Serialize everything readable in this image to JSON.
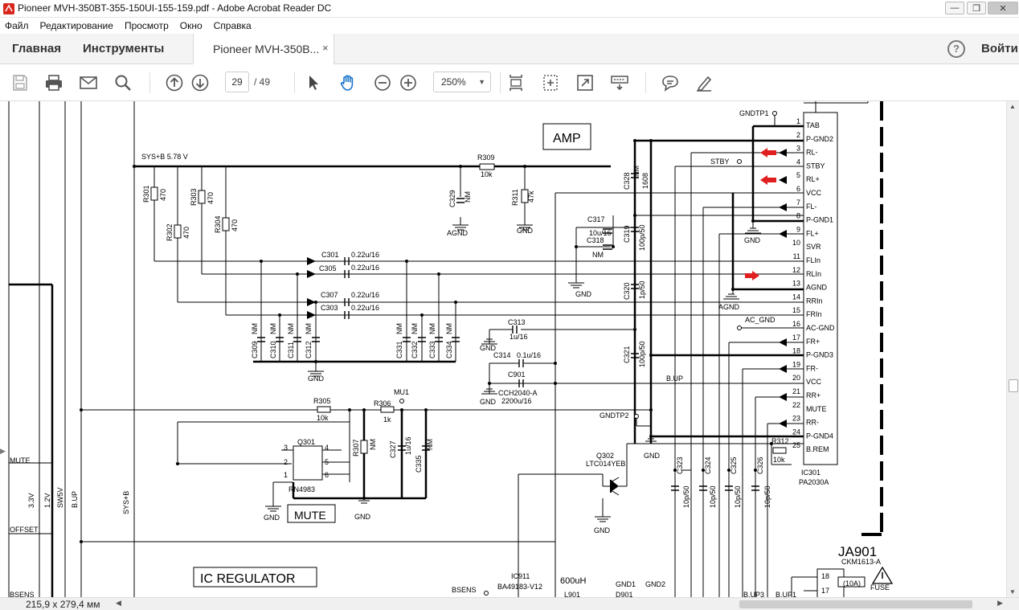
{
  "window": {
    "title": "Pioneer MVH-350BT-355-150UI-155-159.pdf - Adobe Acrobat Reader DC",
    "minimize": "—",
    "maximize": "❐",
    "close": "✕"
  },
  "menu": [
    "Файл",
    "Редактирование",
    "Просмотр",
    "Окно",
    "Справка"
  ],
  "tabs": {
    "home": "Главная",
    "tools": "Инструменты",
    "document": "Pioneer MVH-350B...",
    "close": "×",
    "help": "?",
    "signin": "Войти"
  },
  "toolbar": {
    "page_current": "29",
    "page_total": "/ 49",
    "zoom": "250%"
  },
  "status": {
    "page_size": "215,9 x 279,4 мм"
  },
  "colors": {
    "accent": "#1a73c9",
    "arrow_red": "#e02020"
  },
  "schematic": {
    "blocks": {
      "amp": "AMP",
      "mute": "MUTE",
      "ic_regulator": "IC REGULATOR",
      "ja901": "JA901",
      "ja901_part": "CKM1613-A",
      "fuse": "FUSE",
      "fuse_rating": "(10A)"
    },
    "labels": {
      "sysb": "SYS+B 5.78 V",
      "gndtp1": "GNDTP1",
      "gndtp2": "GNDTP2",
      "stby": "STBY",
      "ac_gnd": "AC_GND",
      "bup_net": "B.UP",
      "mu1": "MU1",
      "agnd1": "AGND",
      "agnd2": "AGND",
      "gnd_r311": "GND",
      "gnd_c318": "GND",
      "gnd_pin": "GND",
      "gnd_c3": "GND",
      "gnd_c313": "GND",
      "gnd_c314": "GND",
      "gnd_mute": "GND",
      "gnd_r307": "GND",
      "gnd_q302": "GND",
      "gnd_r312": "GND",
      "ic301": "IC301",
      "pa2030a": "PA2030A",
      "q301": "Q301",
      "rn4983": "RN4983",
      "q302": "Q302",
      "ltc014yeb": "LTC014YEB",
      "cch": "CCH2040-A",
      "c901_val": "2200u/16",
      "ic911": "IC911",
      "ba49183": "BA49183-V12",
      "bsens": "BSENS",
      "l901_val": "600uH",
      "l901": "L901",
      "d901": "D901",
      "gnd1": "GND1",
      "gnd2": "GND2",
      "bup3": "B.UP3",
      "bup1": "B.UP1",
      "mute_left": "MUTE",
      "offset_left": "OFFSET",
      "bsens_left": "BSENS",
      "v33": "3.3V",
      "v12": "1.2V",
      "sw5v": "SW5V",
      "bup_v": "B.UP",
      "sysb_v": "SYS+B"
    },
    "parts": {
      "r309": "R309",
      "r309v": "10k",
      "r311": "R311",
      "r311v": "47k",
      "c329": "C329",
      "c329v": "NM",
      "r301": "R301",
      "r301v": "470",
      "r302": "R302",
      "r302v": "470",
      "r303": "R303",
      "r303v": "470",
      "r304": "R304",
      "r304v": "470",
      "c301": "C301",
      "c301v": "0.22u/16",
      "c305": "C305",
      "c305v": "0.22u/16",
      "c307": "C307",
      "c307v": "0.22u/16",
      "c303": "C303",
      "c303v": "0.22u/16",
      "c309": "C309",
      "c310": "C310",
      "c311": "C311",
      "c312": "C312",
      "c331": "C331",
      "c332": "C332",
      "c333": "C333",
      "c334": "C334",
      "nm": "NM",
      "c313": "C313",
      "c313v": "1u/16",
      "c314": "C314",
      "c314v": "0.1u/16",
      "c901": "C901",
      "c317": "C317",
      "c317v": "10u/16",
      "c318": "C318",
      "c318v": "NM",
      "c328": "C328",
      "c328v": "1608",
      "c319": "C319",
      "c319v": "100p/50",
      "c320": "C320",
      "c320v": "1p/50",
      "c321": "C321",
      "c321v": "100p/50",
      "r305": "R305",
      "r305v": "10k",
      "r306": "R306",
      "r306v": "1k",
      "r307": "R307",
      "r307v": "NM",
      "c327": "C327",
      "c327v": "1u/16",
      "c335": "C335",
      "c335v": "NM",
      "r312": "R312",
      "r312v": "10k",
      "c323": "C323",
      "c324": "C324",
      "c325": "C325",
      "c326": "C326",
      "c32xv": "10p/50"
    },
    "ic_pins": [
      {
        "n": "1",
        "name": "TAB"
      },
      {
        "n": "2",
        "name": "P-GND2"
      },
      {
        "n": "3",
        "name": "RL-"
      },
      {
        "n": "4",
        "name": "STBY"
      },
      {
        "n": "5",
        "name": "RL+"
      },
      {
        "n": "6",
        "name": "VCC"
      },
      {
        "n": "7",
        "name": "FL-"
      },
      {
        "n": "8",
        "name": "P-GND1"
      },
      {
        "n": "9",
        "name": "FL+"
      },
      {
        "n": "10",
        "name": "SVR"
      },
      {
        "n": "11",
        "name": "FLIn"
      },
      {
        "n": "12",
        "name": "RLIn"
      },
      {
        "n": "13",
        "name": "AGND"
      },
      {
        "n": "14",
        "name": "RRIn"
      },
      {
        "n": "15",
        "name": "FRIn"
      },
      {
        "n": "16",
        "name": "AC-GND"
      },
      {
        "n": "17",
        "name": "FR+"
      },
      {
        "n": "18",
        "name": "P-GND3"
      },
      {
        "n": "19",
        "name": "FR-"
      },
      {
        "n": "20",
        "name": "VCC"
      },
      {
        "n": "21",
        "name": "RR+"
      },
      {
        "n": "22",
        "name": "MUTE"
      },
      {
        "n": "23",
        "name": "RR-"
      },
      {
        "n": "24",
        "name": "P-GND4"
      },
      {
        "n": "25",
        "name": "B.REM"
      }
    ],
    "ja_pins": {
      "p18": "18",
      "p17": "17"
    },
    "q301_pins": {
      "p3": "3",
      "p2": "2",
      "p1": "1",
      "p4": "4",
      "p5": "5",
      "p6": "6"
    }
  }
}
